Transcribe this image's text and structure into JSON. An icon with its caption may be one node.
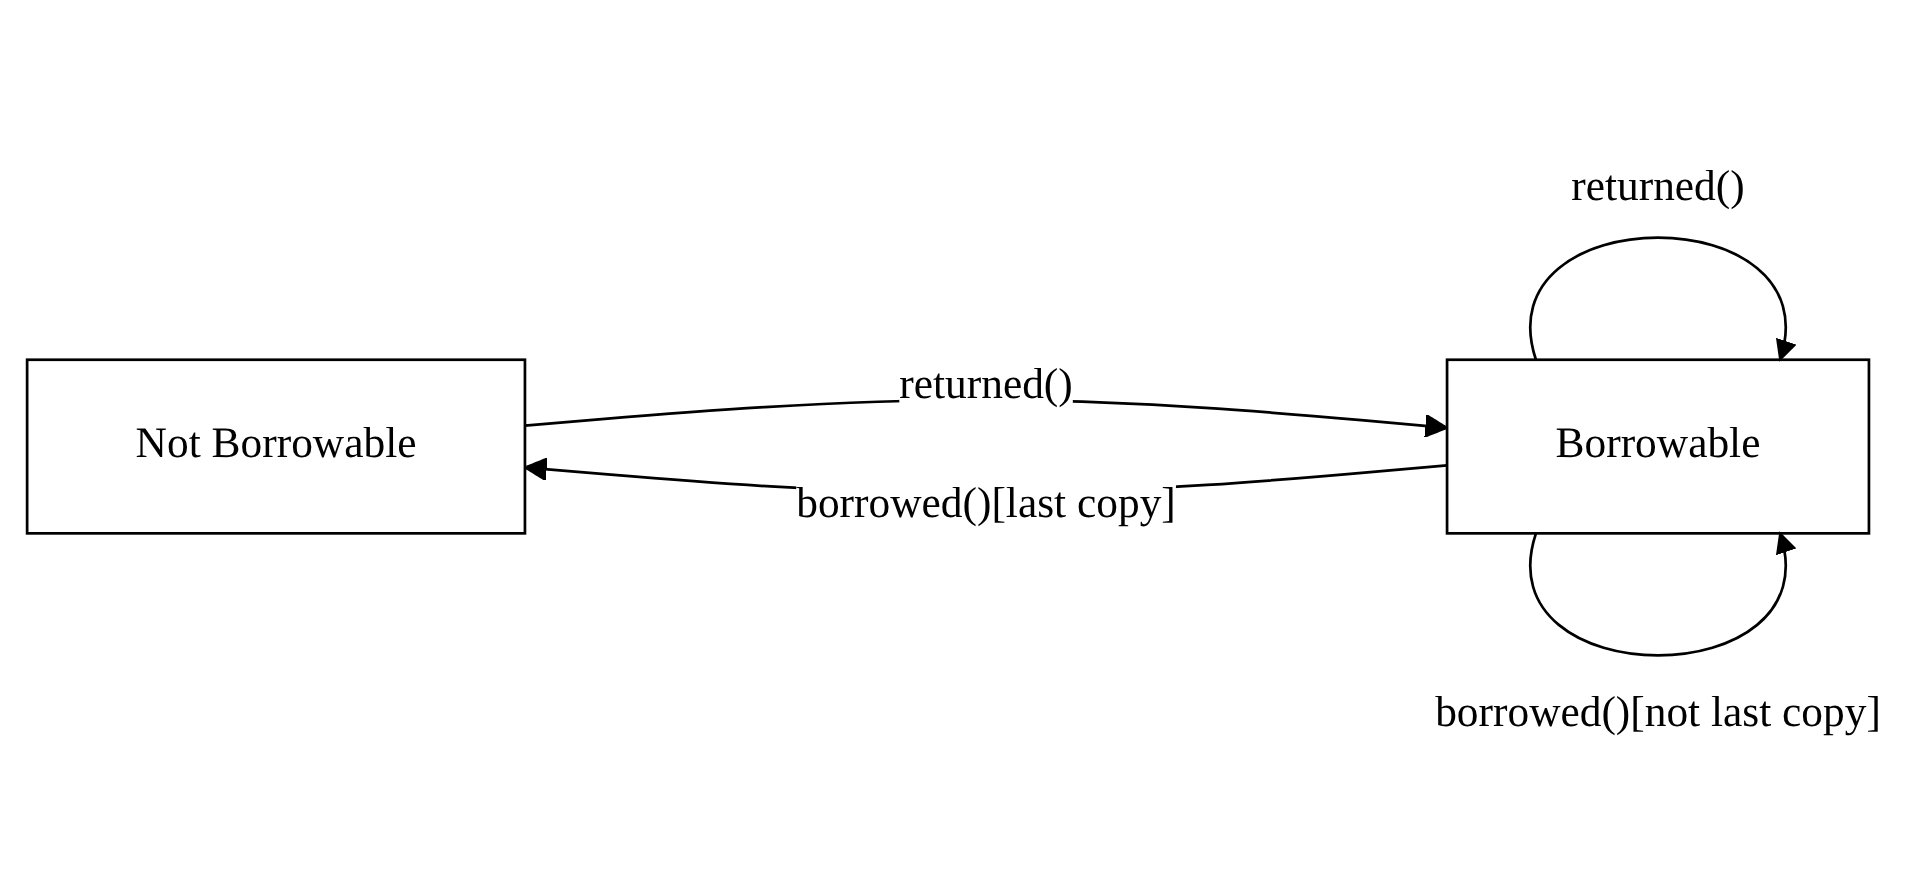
{
  "diagram": {
    "nodes": [
      {
        "text": [
          "Not Borrowable"
        ]
      },
      {
        "text": [
          "Borrowable"
        ]
      }
    ],
    "edges": [
      {
        "from": 0,
        "to": 1,
        "arrow": "to",
        "label": "returned()"
      },
      {
        "from": 1,
        "to": 0,
        "arrow": "to",
        "label": "borrowed()[last copy]"
      },
      {
        "from": 1,
        "to": 1,
        "arrow": "to",
        "label": "returned()"
      },
      {
        "from": 1,
        "to": 1,
        "arrow": "to",
        "label": "borrowed()[not last copy]"
      }
    ]
  }
}
